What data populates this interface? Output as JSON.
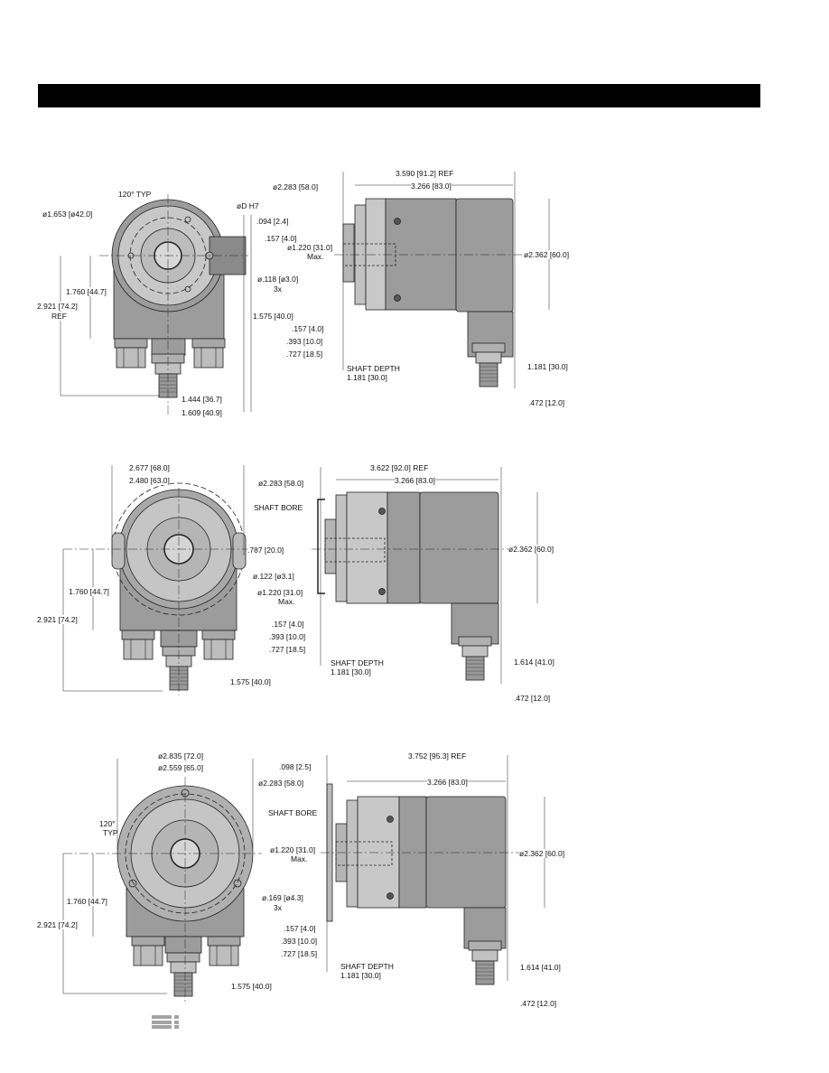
{
  "header_bar": {
    "color": "#000000"
  },
  "panel1": {
    "front": {
      "angle": "120° TYP",
      "bolt_circle": "ø1.653 [ø42.0]",
      "bore": "øD H7",
      "clamp_w": ".094 [2.4]",
      "clamp_h": ".157 [4.0]",
      "holes": "ø.118 [ø3.0]",
      "holes_qty": "3x",
      "center_h": "1.760 [44.7]",
      "total_h": "2.921 [74.2]",
      "total_h_ref": "REF",
      "conn_spacing": "1.575 [40.0]",
      "w1": "1.444 [36.7]",
      "w2": "1.609 [40.9]"
    },
    "side": {
      "overall": "3.590 [91.2] REF",
      "flange_d": "ø2.283 [58.0]",
      "body_len": "3.266 [83.0]",
      "shaft_d": "ø1.220 [31.0]",
      "shaft_max": "Max.",
      "body_d": "ø2.362 [60.0]",
      "d1": ".157 [4.0]",
      "d2": ".393 [10.0]",
      "d3": ".727 [18.5]",
      "depth_label": "SHAFT DEPTH",
      "depth": "1.181 [30.0]",
      "conn_offset": "1.181 [30.0]",
      "conn_w": ".472 [12.0]"
    }
  },
  "panel2": {
    "front": {
      "w_outer": "2.677 [68.0]",
      "w_inner": "2.480 [63.0]",
      "bore_label": "SHAFT BORE",
      "slot": ".787 [20.0]",
      "pin": "ø.122 [ø3.1]",
      "center_h": "1.760 [44.7]",
      "total_h": "2.921 [74.2]",
      "conn_spacing": "1.575 [40.0]"
    },
    "side": {
      "overall": "3.622 [92.0] REF",
      "flange_d": "ø2.283 [58.0]",
      "body_len": "3.266 [83.0]",
      "body_d": "ø2.362 [60.0]",
      "shaft_d": "ø1.220 [31.0]",
      "shaft_max": "Max.",
      "d1": ".157 [4.0]",
      "d2": ".393 [10.0]",
      "d3": ".727 [18.5]",
      "depth_label": "SHAFT DEPTH",
      "depth": "1.181 [30.0]",
      "conn_offset": "1.614 [41.0]",
      "conn_w": ".472 [12.0]"
    }
  },
  "panel3": {
    "front": {
      "d_outer": "ø2.835 [72.0]",
      "d_bolt": "ø2.559 [65.0]",
      "bore_label": "SHAFT BORE",
      "angle": "120°",
      "angle_typ": "TYP",
      "center_h": "1.760 [44.7]",
      "holes": "ø.169 [ø4.3]",
      "holes_qty": "3x",
      "total_h": "2.921 [74.2]",
      "conn_spacing": "1.575 [40.0]"
    },
    "side": {
      "plate": ".098 [2.5]",
      "overall": "3.752 [95.3] REF",
      "flange_d": "ø2.283 [58.0]",
      "body_len": "3.266 [83.0]",
      "shaft_d": "ø1.220 [31.0]",
      "shaft_max": "Max.",
      "body_d": "ø2.362 [60.0]",
      "d1": ".157 [4.0]",
      "d2": ".393 [10.0]",
      "d3": ".727 [18.5]",
      "depth_label": "SHAFT DEPTH",
      "depth": "1.181 [30.0]",
      "conn_offset": "1.614 [41.0]",
      "conn_w": ".472 [12.0]"
    }
  }
}
